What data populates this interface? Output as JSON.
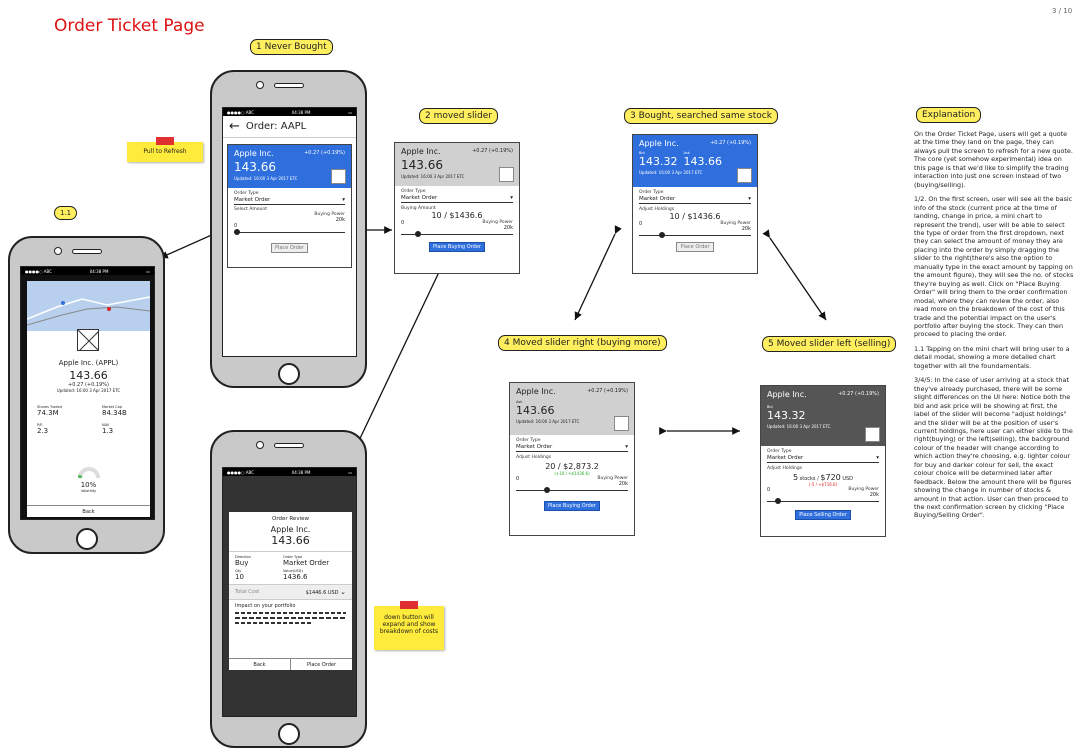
{
  "page_title": "Order Ticket Page",
  "page_number": "3 / 10",
  "tags": {
    "t0": "1.1",
    "t1": "1 Never Bought",
    "t2": "2 moved slider",
    "t3": "3 Bought, searched same stock",
    "t4": "4 Moved slider right (buying more)",
    "t5": "5 Moved slider left (selling)",
    "expl": "Explanation"
  },
  "notes": {
    "pull": "Pull to Refresh",
    "down": "down button will expand and show breakdown of costs"
  },
  "status": {
    "carrier": "●●●●○ ABC",
    "time": "04:38 PM",
    "battery": "▭"
  },
  "stock": {
    "name": "Apple Inc.",
    "price": "143.66",
    "change": "+0.27 (+0.19%)",
    "updated": "Updated: 16:00 3 Apr 2017 ETC"
  },
  "order_header": "Order: AAPL",
  "labels": {
    "order_type": "Order Type",
    "market_order": "Market Order",
    "select_amount": "Select Amount",
    "buying_amount": "Buying Amount",
    "adjust_holdings": "Adjust Holdings",
    "buying_power": "Buying Power",
    "bp_value": "20k",
    "zero": "0",
    "bid": "Bid",
    "ask": "Ask"
  },
  "buttons": {
    "place_order": "Place Order",
    "place_buying": "Place Buying Order",
    "place_selling": "Place Selling Order",
    "back": "Back"
  },
  "s2": {
    "amount": "10 / $1436.6"
  },
  "s3": {
    "bid": "143.32",
    "ask": "143.66",
    "amount": "10 / $1436.6"
  },
  "s4": {
    "price": "143.66",
    "amount": "20 / $2,873.2",
    "delta": "(+10 / +$1436.6)"
  },
  "s5": {
    "price": "143.32",
    "stocks_num": "5",
    "stocks_word": "stocks",
    "usd_amount": "$720",
    "usd": "USD",
    "delta": "(-5 / +$716.6)"
  },
  "detail": {
    "title": "Apple Inc. (APPL)",
    "price": "143.66",
    "change": "+0.27 (+0.19%)",
    "updated": "Updated: 16:00 3 Apr 2017 ETC",
    "shares_label": "Shares Traded",
    "shares": "74.3M",
    "mcap_label": "Market Cap",
    "mcap": "84.34B",
    "pe_label": "P/E",
    "pe": "2.3",
    "nav_label": "NAV",
    "nav": "1.3",
    "vol_pct": "10%",
    "vol_label": "Volatility",
    "vol_fraction": 0.1
  },
  "review": {
    "title": "Order Review",
    "name": "Apple Inc.",
    "price": "143.66",
    "direction_label": "Direction",
    "direction": "Buy",
    "type_label": "Order Type",
    "type": "Market Order",
    "qty_label": "Qty",
    "qty": "10",
    "value_label": "Value(USD)",
    "value": "1436.6",
    "total_label": "Total Cost",
    "total": "$1446.6 USD",
    "impact_label": "Impact on your portfolio",
    "back": "Back",
    "place": "Place Order"
  },
  "explanation": [
    "On the Order Ticket Page, users will get a quote at the time they land on the page, they can always pull the screen to refresh for a new quote.",
    "The core (yet somehow experimental) idea on this page is that we'd like to simplify the trading interaction into just one screen instead of two (buying/selling).",
    "1/2. On the first screen, user will see all the basic info of the stock (current price at the time of landing, change in price, a mini chart to represent the trend), user will be able to select the type of order from the first dropdown, next they can select the amount of money they are placing into the order by simply dragging the slider to the right(there's also the option to manually type in the exact amount by tapping on the amount figure), they will see the no. of stocks they're buying as well. Click on \"Place Buying Order\" will bring them to the order confirmation modal, where they can review the order, also read more on the breakdown of the cost of this trade and the potential impact on the user's portfolio after buying the stock. They can then proceed to placing the order.",
    "1.1 Tapping on the mini chart will bring user to a detail modal, showing a more detailed chart together with all the foundamentals.",
    "3/4/5: In the case of user arriving at a stock that they've already purchased, there will be some slight differences on the UI here: Notice both the bid and ask price will be showing at first, the label of the slider will become \"adjust holdings\" and the slider will be at the position of user's current holdings, here user can either slide to the right(buying) or the left(selling), the background colour of the header will change according to which action they're choosing, e.g. lighter colour for buy and darker colour for sell, the exact colour choice will be determined later after feedback. Below the amount there will be figures showing the change in number of stocks & amount in that action. User can then proceed to the next confirmation screen by clicking \"Place Buying/Selling Order\"."
  ]
}
